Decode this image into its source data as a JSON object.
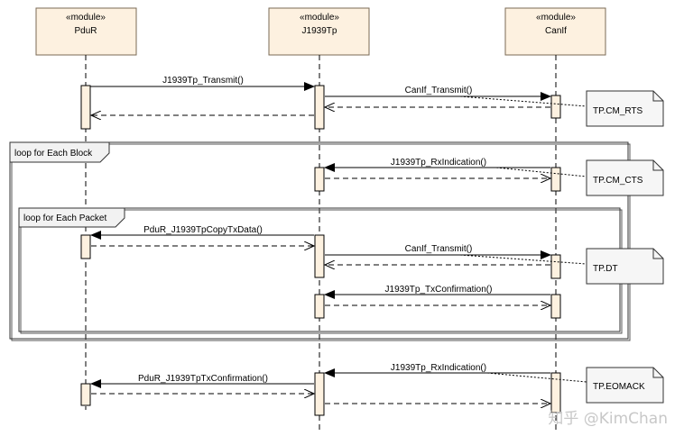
{
  "participants": [
    {
      "stereotype": "«module»",
      "name": "PduR"
    },
    {
      "stereotype": "«module»",
      "name": "J1939Tp"
    },
    {
      "stereotype": "«module»",
      "name": "CanIf"
    }
  ],
  "frames": {
    "outer_label": "loop for Each Block",
    "inner_label": "loop for Each Packet"
  },
  "messages": {
    "m1": "J1939Tp_Transmit()",
    "m2": "CanIf_Transmit()",
    "m3": "J1939Tp_RxIndication()",
    "m4": "PduR_J1939TpCopyTxData()",
    "m5": "CanIf_Transmit()",
    "m6": "J1939Tp_TxConfirmation()",
    "m7": "J1939Tp_RxIndication()",
    "m8": "PduR_J1939TpTxConfirmation()"
  },
  "notes": {
    "n1": "TP.CM_RTS",
    "n2": "TP.CM_CTS",
    "n3": "TP.DT",
    "n4": "TP.EOMACK"
  },
  "watermark": "知乎 @KimChan"
}
